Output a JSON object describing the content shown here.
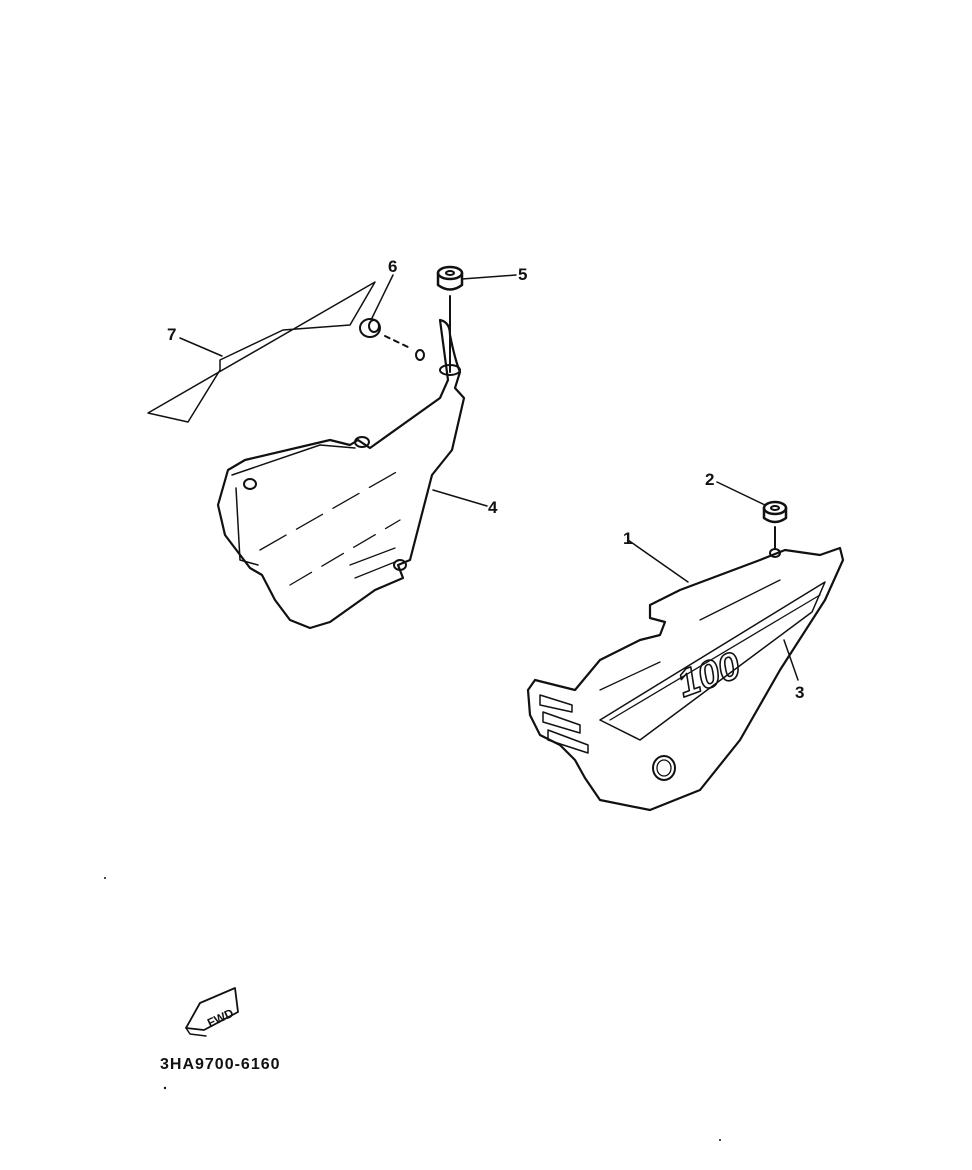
{
  "diagram": {
    "type": "exploded-parts-view",
    "subject": "side covers",
    "drawing_code": "3HA9700-6160",
    "fwd_marker": "FWD",
    "callouts": [
      {
        "number": "1",
        "part": "right side cover"
      },
      {
        "number": "2",
        "part": "grommet"
      },
      {
        "number": "3",
        "part": "emblem / stripe decal"
      },
      {
        "number": "4",
        "part": "left side cover"
      },
      {
        "number": "5",
        "part": "grommet"
      },
      {
        "number": "6",
        "part": "damper"
      },
      {
        "number": "7",
        "part": "stripe decal"
      }
    ],
    "emblem_text": "100"
  }
}
